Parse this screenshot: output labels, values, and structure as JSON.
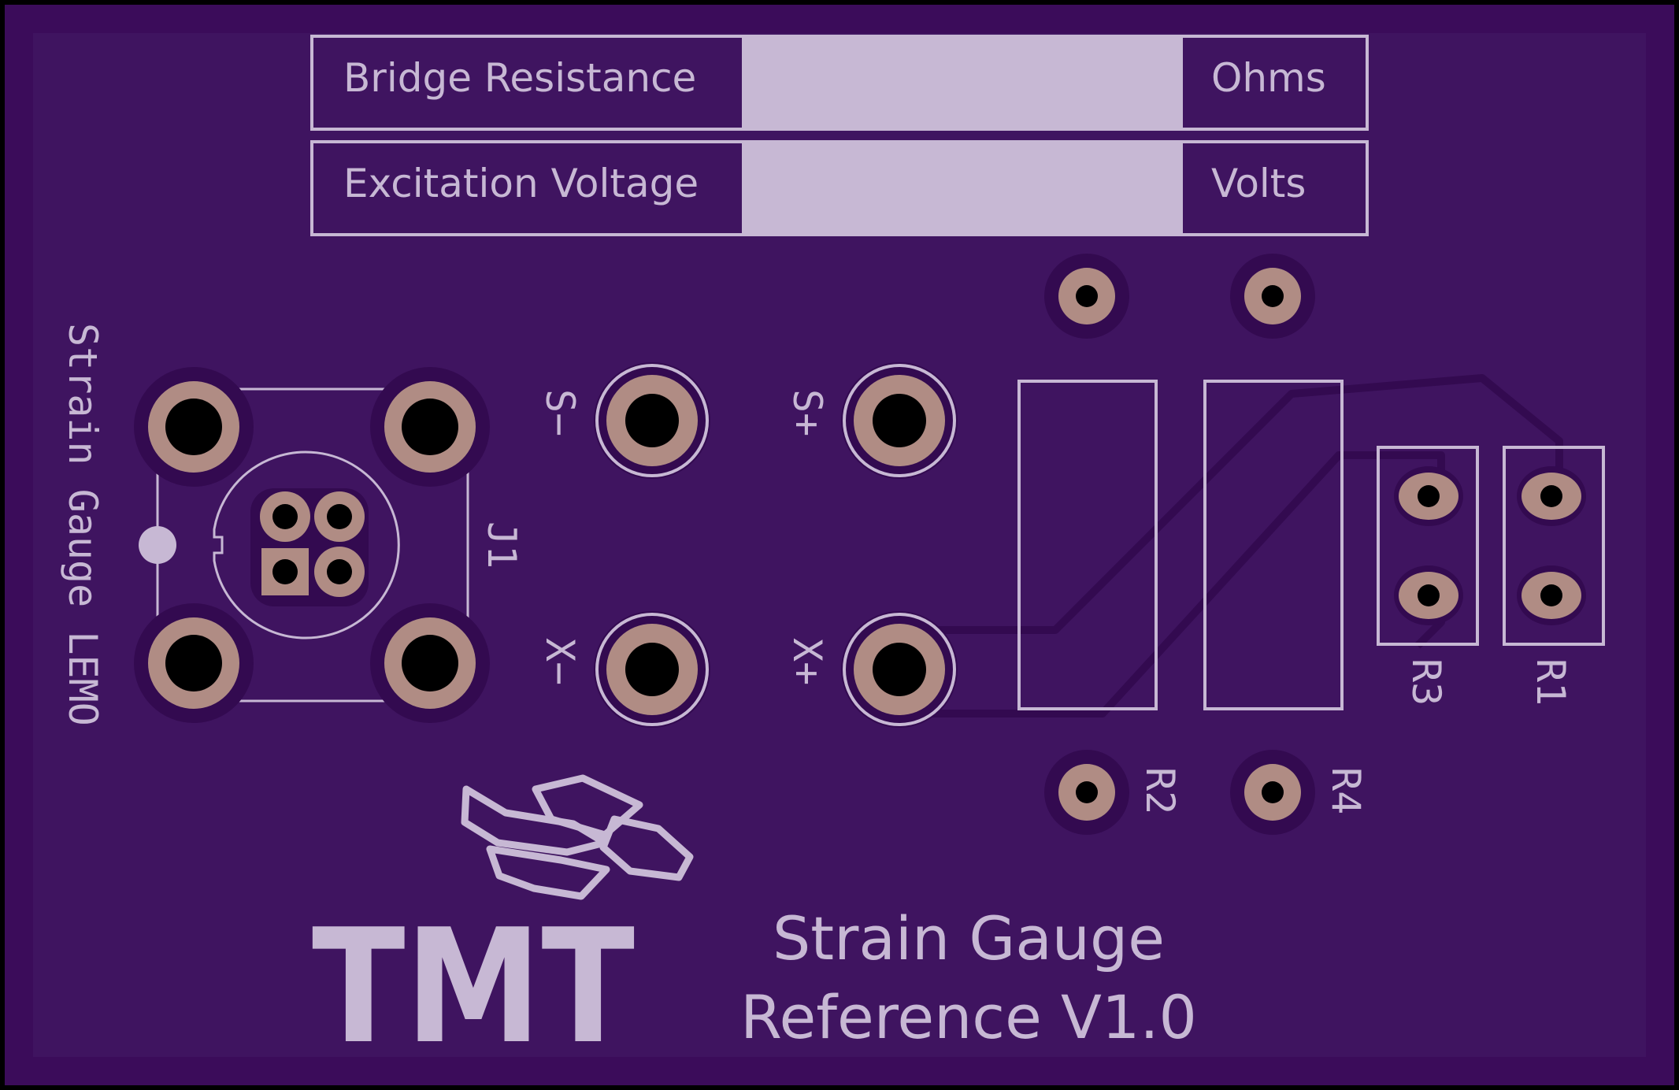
{
  "board": {
    "colors": {
      "substrate": "#3b0c5a",
      "inner": "#3f1460",
      "copper_ring": "#b08c84",
      "silkscreen": "#c7b8d4",
      "drill": "#000000",
      "pad_shadow": "#330a50"
    }
  },
  "label_fields": [
    {
      "label": "Bridge Resistance",
      "value": "",
      "unit": "Ohms"
    },
    {
      "label": "Excitation Voltage",
      "value": "",
      "unit": "Volts"
    }
  ],
  "side_label": "Strain Gauge LEMO",
  "connector_ref": "J1",
  "test_points": [
    {
      "label": "S−"
    },
    {
      "label": "S+"
    },
    {
      "label": "X−"
    },
    {
      "label": "X+"
    }
  ],
  "resistors": [
    {
      "ref": "R2"
    },
    {
      "ref": "R4"
    },
    {
      "ref": "R3"
    },
    {
      "ref": "R1"
    }
  ],
  "logo": {
    "text": "TMT"
  },
  "title": {
    "line1": "Strain Gauge",
    "line2": "Reference V1.0"
  }
}
